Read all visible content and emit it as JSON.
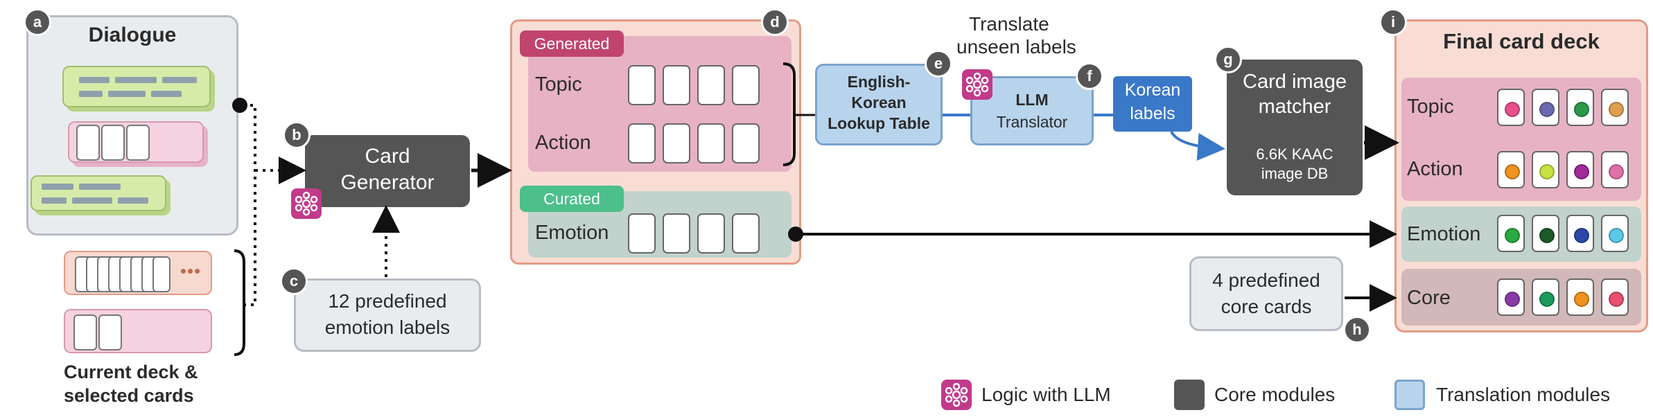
{
  "badges": {
    "a": "a",
    "b": "b",
    "c": "c",
    "d": "d",
    "e": "e",
    "f": "f",
    "g": "g",
    "h": "h",
    "i": "i"
  },
  "dialogue": {
    "title": "Dialogue"
  },
  "current_deck": {
    "label_line1": "Current deck &",
    "label_line2": "selected cards",
    "more": "•••"
  },
  "card_generator": {
    "line1": "Card",
    "line2": "Generator"
  },
  "emotion_labels": {
    "line1": "12 predefined",
    "line2": "emotion labels"
  },
  "generated_panel": {
    "tag": "Generated",
    "rows": [
      "Topic",
      "Action"
    ]
  },
  "curated_panel": {
    "tag": "Curated",
    "rows": [
      "Emotion"
    ]
  },
  "lookup_table": {
    "line1": "English-",
    "line2": "Korean",
    "line3": "Lookup Table"
  },
  "translate_note": {
    "line1": "Translate",
    "line2": "unseen labels"
  },
  "llm_translator": {
    "line1": "LLM",
    "line2": "Translator"
  },
  "korean_labels": {
    "line1": "Korean",
    "line2": "labels"
  },
  "image_matcher": {
    "line1": "Card image",
    "line2": "matcher",
    "line3": "6.6K KAAC",
    "line4": "image DB"
  },
  "core_cards": {
    "line1": "4 predefined",
    "line2": "core cards"
  },
  "final_deck": {
    "title": "Final card deck",
    "rows": [
      {
        "label": "Topic",
        "colors": [
          "#e8508a",
          "#6a6ab0",
          "#2a9a4a",
          "#e0a050"
        ]
      },
      {
        "label": "Action",
        "colors": [
          "#f0921e",
          "#c8e040",
          "#a02a9a",
          "#e070a8"
        ]
      },
      {
        "label": "Emotion",
        "colors": [
          "#2aaa40",
          "#1c5a28",
          "#2a48a8",
          "#5ac8e8"
        ]
      },
      {
        "label": "Core",
        "colors": [
          "#8a3aa8",
          "#1a9a5a",
          "#f0921e",
          "#e85070"
        ]
      }
    ]
  },
  "legend": {
    "llm": "Logic with LLM",
    "core": "Core modules",
    "translation": "Translation modules"
  },
  "colors": {
    "core_module": "#555555",
    "translation": "#b8d4ec",
    "llm": "#c23a8a",
    "generated_tag": "#c0446e",
    "curated_tag": "#4cbf8a",
    "korean": "#3a78c8"
  }
}
